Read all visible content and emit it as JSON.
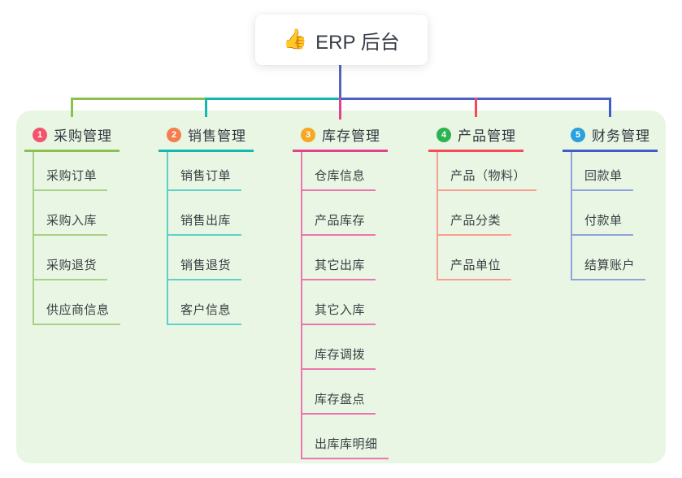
{
  "root": {
    "icon": "👍",
    "label": "ERP 后台"
  },
  "canvas": {
    "background": "#ffffff",
    "panel_background": "#e9f6e4"
  },
  "connectors": {
    "root_stem_color": "#5565c4",
    "left_outer_color": "#8cc152",
    "left_inner_color": "#14b8ae",
    "right_color": "#4c5fc4"
  },
  "branches": [
    {
      "badge": "1",
      "label": "采购管理",
      "badge_color": "#f4536e",
      "line_color": "#8cc152",
      "child_line_color": "#a8d186",
      "children": [
        "采购订单",
        "采购入库",
        "采购退货",
        "供应商信息"
      ]
    },
    {
      "badge": "2",
      "label": "销售管理",
      "badge_color": "#f57d4e",
      "line_color": "#14b8ae",
      "child_line_color": "#5ed2c8",
      "children": [
        "销售订单",
        "销售出库",
        "销售退货",
        "客户信息"
      ]
    },
    {
      "badge": "3",
      "label": "库存管理",
      "badge_color": "#f7a722",
      "line_color": "#e2418b",
      "child_line_color": "#ee74ae",
      "children": [
        "仓库信息",
        "产品库存",
        "其它出库",
        "其它入库",
        "库存调拨",
        "库存盘点",
        "出库库明细"
      ]
    },
    {
      "badge": "4",
      "label": "产品管理",
      "badge_color": "#2cb350",
      "line_color": "#f7495a",
      "child_line_color": "#f99e90",
      "children": [
        "产品（物料）",
        "产品分类",
        "产品单位"
      ]
    },
    {
      "badge": "5",
      "label": "财务管理",
      "badge_color": "#2aa0e0",
      "line_color": "#3f5cc8",
      "child_line_color": "#8ea4dc",
      "children": [
        "回款单",
        "付款单",
        "结算账户"
      ]
    }
  ]
}
